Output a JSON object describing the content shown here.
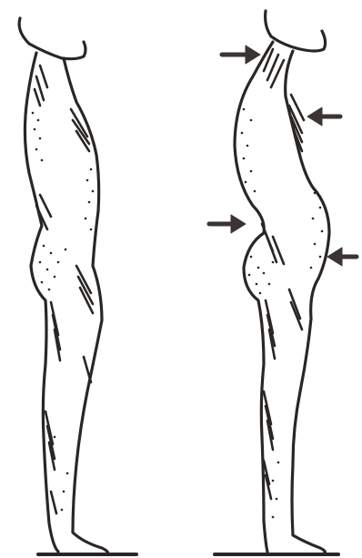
{
  "diagram": {
    "figures": [
      {
        "pose": "normal-posture",
        "side": "left"
      },
      {
        "pose": "poor-posture",
        "side": "right"
      }
    ],
    "arrows": [
      {
        "direction": "right",
        "points_to": "upper-back"
      },
      {
        "direction": "left",
        "points_to": "chest"
      },
      {
        "direction": "right",
        "points_to": "lower-back"
      },
      {
        "direction": "left",
        "points_to": "abdomen"
      }
    ],
    "colors": {
      "ink": "#2a2624",
      "arrow": "#3a3432",
      "background": "#ffffff"
    }
  }
}
